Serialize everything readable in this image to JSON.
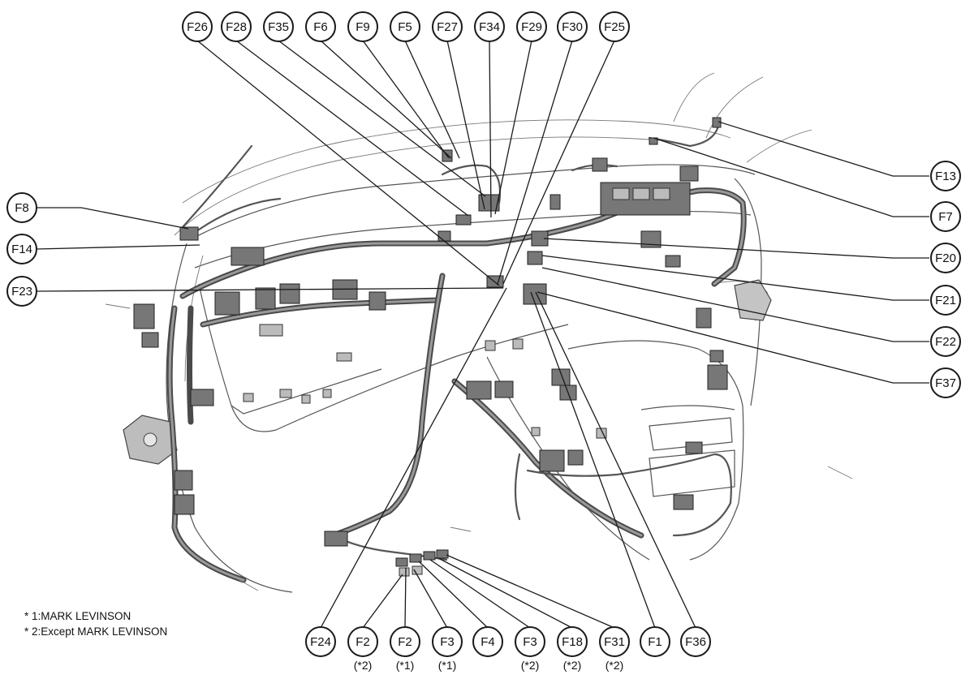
{
  "diagram": {
    "callouts": [
      {
        "id": "f26",
        "label": "F26",
        "sub": ""
      },
      {
        "id": "f28",
        "label": "F28",
        "sub": ""
      },
      {
        "id": "f35",
        "label": "F35",
        "sub": ""
      },
      {
        "id": "f6",
        "label": "F6",
        "sub": ""
      },
      {
        "id": "f9",
        "label": "F9",
        "sub": ""
      },
      {
        "id": "f5",
        "label": "F5",
        "sub": ""
      },
      {
        "id": "f27",
        "label": "F27",
        "sub": ""
      },
      {
        "id": "f34",
        "label": "F34",
        "sub": ""
      },
      {
        "id": "f29",
        "label": "F29",
        "sub": ""
      },
      {
        "id": "f30",
        "label": "F30",
        "sub": ""
      },
      {
        "id": "f25",
        "label": "F25",
        "sub": ""
      },
      {
        "id": "f8",
        "label": "F8",
        "sub": ""
      },
      {
        "id": "f14",
        "label": "F14",
        "sub": ""
      },
      {
        "id": "f23",
        "label": "F23",
        "sub": ""
      },
      {
        "id": "f13",
        "label": "F13",
        "sub": ""
      },
      {
        "id": "f7",
        "label": "F7",
        "sub": ""
      },
      {
        "id": "f20",
        "label": "F20",
        "sub": ""
      },
      {
        "id": "f21",
        "label": "F21",
        "sub": ""
      },
      {
        "id": "f22",
        "label": "F22",
        "sub": ""
      },
      {
        "id": "f37",
        "label": "F37",
        "sub": ""
      },
      {
        "id": "f24",
        "label": "F24",
        "sub": ""
      },
      {
        "id": "f2a",
        "label": "F2",
        "sub": "(*2)"
      },
      {
        "id": "f2b",
        "label": "F2",
        "sub": "(*1)"
      },
      {
        "id": "f3a",
        "label": "F3",
        "sub": "(*1)"
      },
      {
        "id": "f4",
        "label": "F4",
        "sub": ""
      },
      {
        "id": "f3b",
        "label": "F3",
        "sub": "(*2)"
      },
      {
        "id": "f18",
        "label": "F18",
        "sub": "(*2)"
      },
      {
        "id": "f31",
        "label": "F31",
        "sub": "(*2)"
      },
      {
        "id": "f1",
        "label": "F1",
        "sub": ""
      },
      {
        "id": "f36",
        "label": "F36",
        "sub": ""
      }
    ],
    "notes": [
      "* 1:MARK LEVINSON",
      "* 2:Except MARK LEVINSON"
    ]
  }
}
